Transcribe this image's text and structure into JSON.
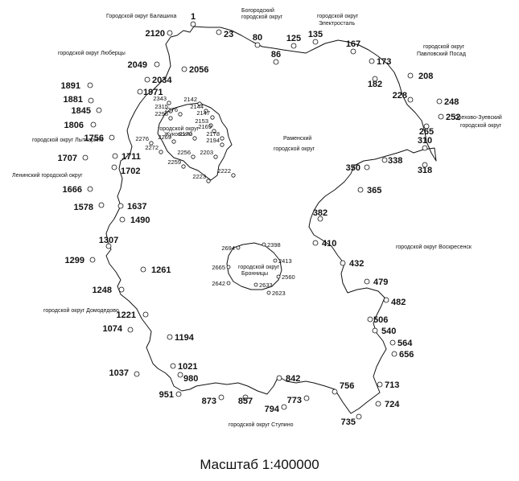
{
  "title": "",
  "scale_caption": "Масштаб 1:400000",
  "districts": [
    {
      "id": "balashikha",
      "label": "Городской округ Балашиха"
    },
    {
      "id": "bogorodsky",
      "label": "Богородский городской округ"
    },
    {
      "id": "elektrostal",
      "label": "городской округ Электросталь"
    },
    {
      "id": "pavlovsky",
      "label": "городской округ Павловский Посад"
    },
    {
      "id": "lyubertsy",
      "label": "городской округ Люберцы"
    },
    {
      "id": "orekhovo",
      "label": "Орехово-Зуевский городской округ"
    },
    {
      "id": "lytkarino",
      "label": "городской округ Лыткарино"
    },
    {
      "id": "zhukovsky",
      "label": "городской округ Жуковский"
    },
    {
      "id": "ramensky",
      "label": "Раменский городской округ"
    },
    {
      "id": "leninsky",
      "label": "Ленинский городской округ"
    },
    {
      "id": "voskresensk",
      "label": "городской округ Воскресенск"
    },
    {
      "id": "bronnitsy",
      "label": "городской округ Бронницы"
    },
    {
      "id": "domodedovo",
      "label": "городской округ Домодедово"
    },
    {
      "id": "stupino",
      "label": "городской округ Ступино"
    }
  ],
  "outer_points": [
    "1",
    "23",
    "80",
    "86",
    "125",
    "135",
    "167",
    "173",
    "182",
    "208",
    "228",
    "248",
    "252",
    "265",
    "310",
    "318",
    "338",
    "350",
    "365",
    "382",
    "410",
    "432",
    "479",
    "482",
    "506",
    "540",
    "564",
    "656",
    "713",
    "724",
    "735",
    "756",
    "773",
    "794",
    "842",
    "857",
    "873",
    "951",
    "980",
    "1021",
    "1037",
    "1074",
    "1194",
    "1221",
    "1248",
    "1261",
    "1299",
    "1307",
    "1490",
    "1578",
    "1637",
    "1666",
    "1702",
    "1707",
    "1711",
    "1756",
    "1806",
    "1845",
    "1881",
    "1891",
    "1971",
    "2034",
    "2049",
    "2056",
    "2120"
  ],
  "zhukovsky_points": [
    "2142",
    "2144",
    "2147",
    "2153",
    "2169",
    "2170",
    "2178",
    "2194",
    "2203",
    "2222",
    "2223",
    "2256",
    "2259",
    "2269",
    "2272",
    "2276",
    "2298",
    "2315",
    "2343",
    "2376"
  ],
  "bronnitsy_points": [
    "2398",
    "2413",
    "2560",
    "2623",
    "2633",
    "2642",
    "2665",
    "2694"
  ]
}
